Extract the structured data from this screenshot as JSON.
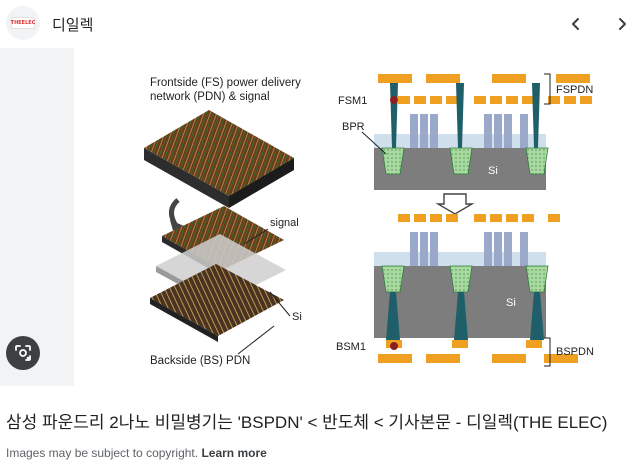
{
  "header": {
    "site_name": "디일렉",
    "favicon_text": "THEELEC",
    "prev_icon": "chevron-left-icon",
    "next_icon": "chevron-right-icon"
  },
  "figure": {
    "left_title_line1": "Frontside (FS) power delivery",
    "left_title_line2": "network (PDN) & signal",
    "label_signal": "signal",
    "label_si_left": "Si",
    "label_backside": "Backside (BS) PDN",
    "label_fsm1": "FSM1",
    "label_bpr": "BPR",
    "label_si_top": "Si",
    "label_si_bottom": "Si",
    "label_fspdn": "FSPDN",
    "label_bsm1": "BSM1",
    "label_bspdn": "BSPDN"
  },
  "lens_icon": "lens-icon",
  "caption": {
    "title": "삼성 파운드리 2나노 비밀병기는 'BSPDN' < 반도체 < 기사본문 - 디일렉(THE ELEC)",
    "copyright": "Images may be subject to copyright.",
    "learn_more": "Learn more"
  },
  "colors": {
    "orange": "#f0a020",
    "teal": "#1f5f6a",
    "si_gray": "#7d7d7d",
    "light_blue": "#cfe0ec"
  }
}
